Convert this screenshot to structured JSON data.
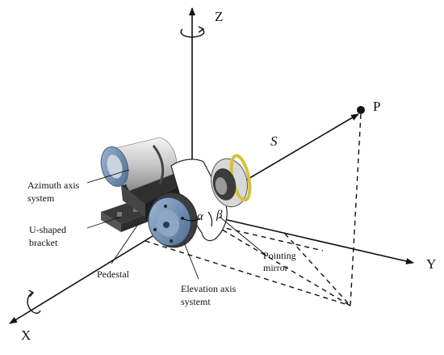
{
  "axes": {
    "z_label": "Z",
    "x_label": "X",
    "y_label": "Y"
  },
  "point": {
    "label": "P"
  },
  "vector_label": "S",
  "angles": {
    "alpha": "α",
    "beta": "β"
  },
  "components": {
    "azimuth_line1": "Azimuth axis",
    "azimuth_line2": "system",
    "u_bracket_line1": "U-shaped",
    "u_bracket_line2": "bracket",
    "pedestal": "Pedestal",
    "elevation_line1": "Elevation axis",
    "elevation_line2": "systemt",
    "mirror_line1": "Pointing",
    "mirror_line2": "mirror"
  },
  "colors": {
    "line": "#111111",
    "metal_light": "#d9d9d9",
    "metal_dark": "#3c3c3c",
    "lens_blue": "#6f8fb5",
    "accent_yellow": "#d6c23a"
  }
}
